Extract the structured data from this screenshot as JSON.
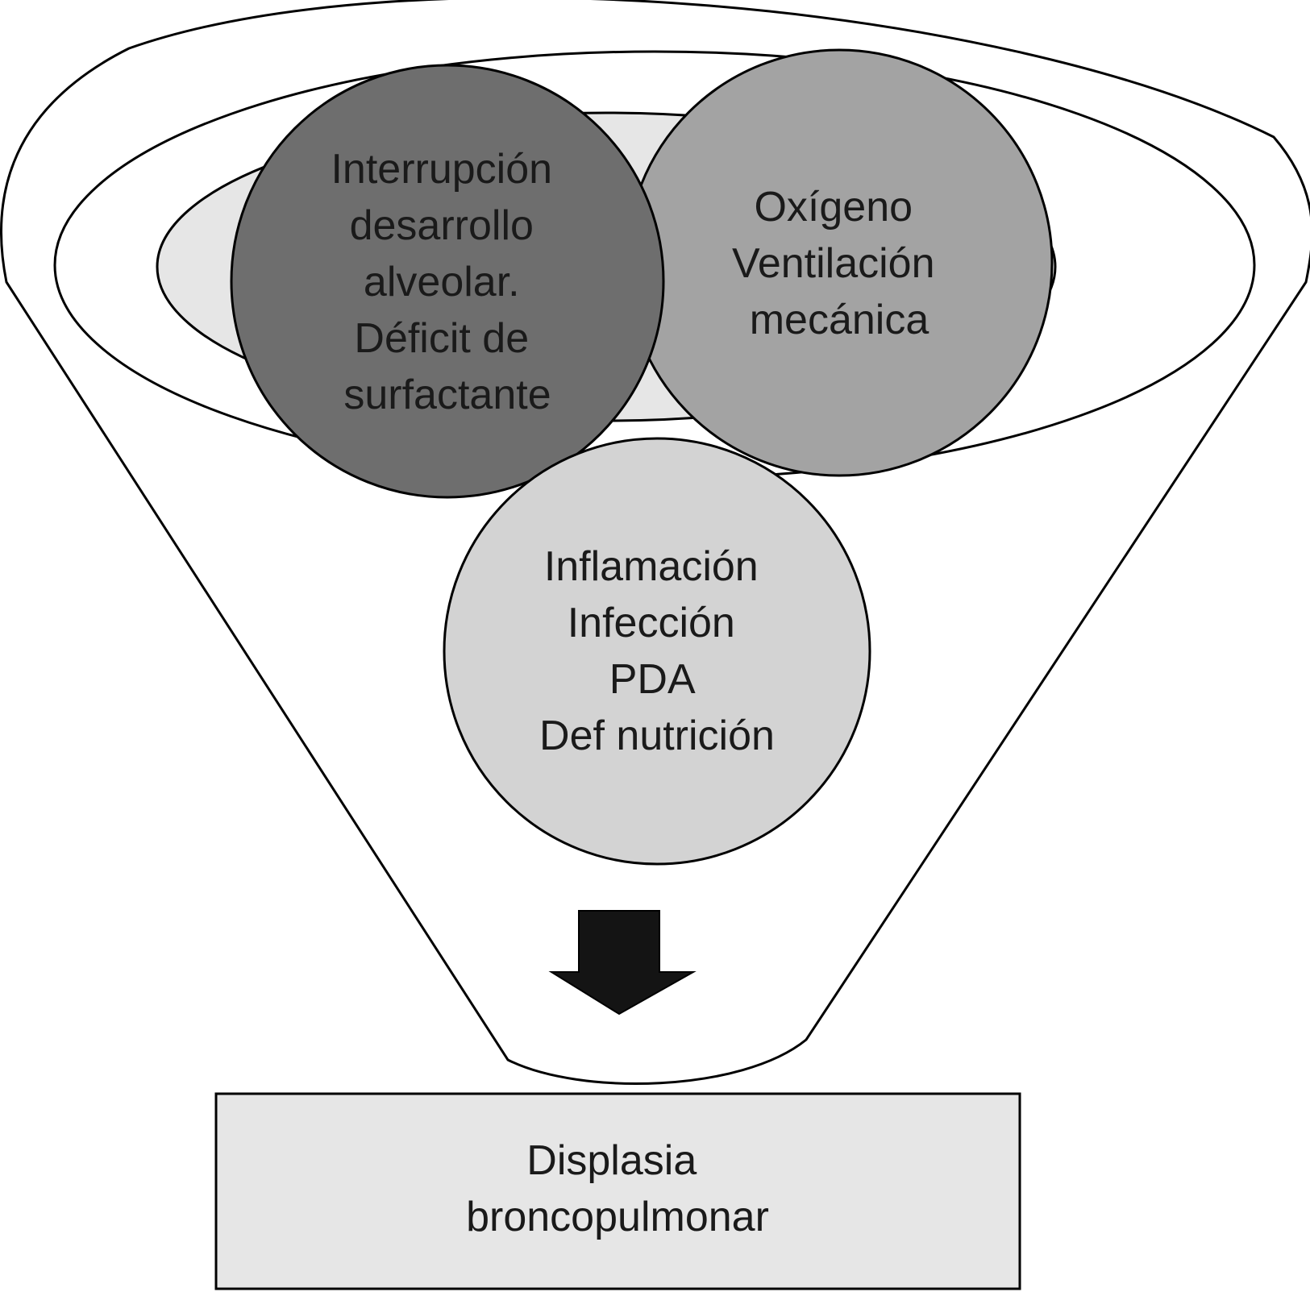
{
  "circles": {
    "development": {
      "lines": [
        "Interrupción",
        "desarrollo",
        "alveolar.",
        "Déficit de",
        "surfactante"
      ],
      "fill": "#6e6e6e"
    },
    "ventilation": {
      "lines": [
        "Oxígeno",
        "Ventilación",
        "mecánica"
      ],
      "fill": "#a3a3a3"
    },
    "inflammation": {
      "lines": [
        "Inflamación",
        "Infección",
        "PDA",
        "Def nutrición"
      ],
      "fill": "#d3d3d3"
    }
  },
  "result": {
    "lines": [
      "Displasia",
      "broncopulmonar"
    ],
    "fill": "#e6e6e6"
  },
  "colors": {
    "funnel": "#ffffff",
    "inner_ellipse": "#e6e6e6",
    "arrow": "#141414",
    "outline": "#000000"
  }
}
